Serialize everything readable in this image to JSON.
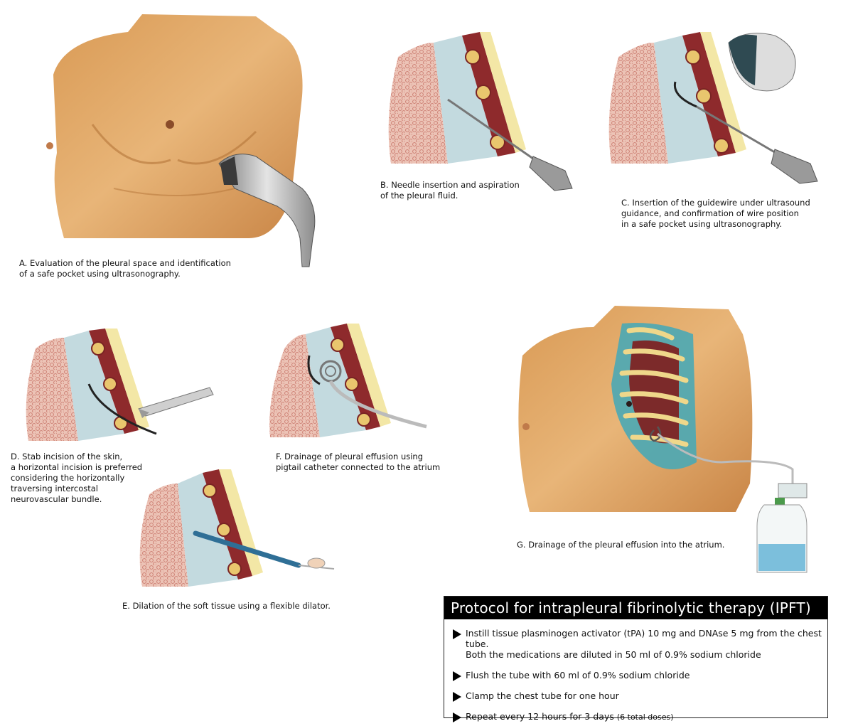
{
  "figures": {
    "a": {
      "caption": "A. Evaluation of the pleural space and identification\n of a safe pocket using ultrasonography."
    },
    "b": {
      "caption": "B. Needle insertion and aspiration\nof the pleural fluid."
    },
    "c": {
      "caption": "C. Insertion of the guidewire under ultrasound\nguidance, and confirmation of wire position\nin a safe pocket using ultrasonography."
    },
    "d": {
      "caption": "D. Stab incision of the skin,\na horizontal incision is preferred\nconsidering the horizontally\ntraversing intercostal\nneurovascular bundle."
    },
    "e": {
      "caption": "E. Dilation of the soft tissue using a flexible dilator."
    },
    "f": {
      "caption": "F. Drainage of pleural effusion using\npigtail catheter connected to the atrium"
    },
    "g": {
      "caption": "G. Drainage of the pleural effusion into the atrium."
    }
  },
  "protocol": {
    "title": "Protocol for intrapleural fibrinolytic therapy (IPFT)",
    "steps": [
      {
        "text": "Instill tissue plasminogen activator (tPA) 10 mg and DNAse 5 mg from the chest tube.",
        "sub": "Both the medications are diluted in 50 ml of 0.9% sodium chloride"
      },
      {
        "text": "Flush the tube with 60 ml of  0.9% sodium chloride"
      },
      {
        "text": "Clamp the chest tube for one hour"
      },
      {
        "text": "Repeat every 12 hours for 3 days",
        "note": "(6 total doses)"
      }
    ]
  },
  "colors": {
    "skin": "#e0a867",
    "skin_dark": "#c98a4b",
    "lung": "#e8b4a8",
    "lung_dots": "#c9776b",
    "pleura": "#bcd6dc",
    "muscle": "#8e2a2c",
    "rib": "#e9c66e",
    "fat": "#f3e7a6",
    "effusion": "#4aa9b5",
    "device": "#a9a9a9"
  }
}
